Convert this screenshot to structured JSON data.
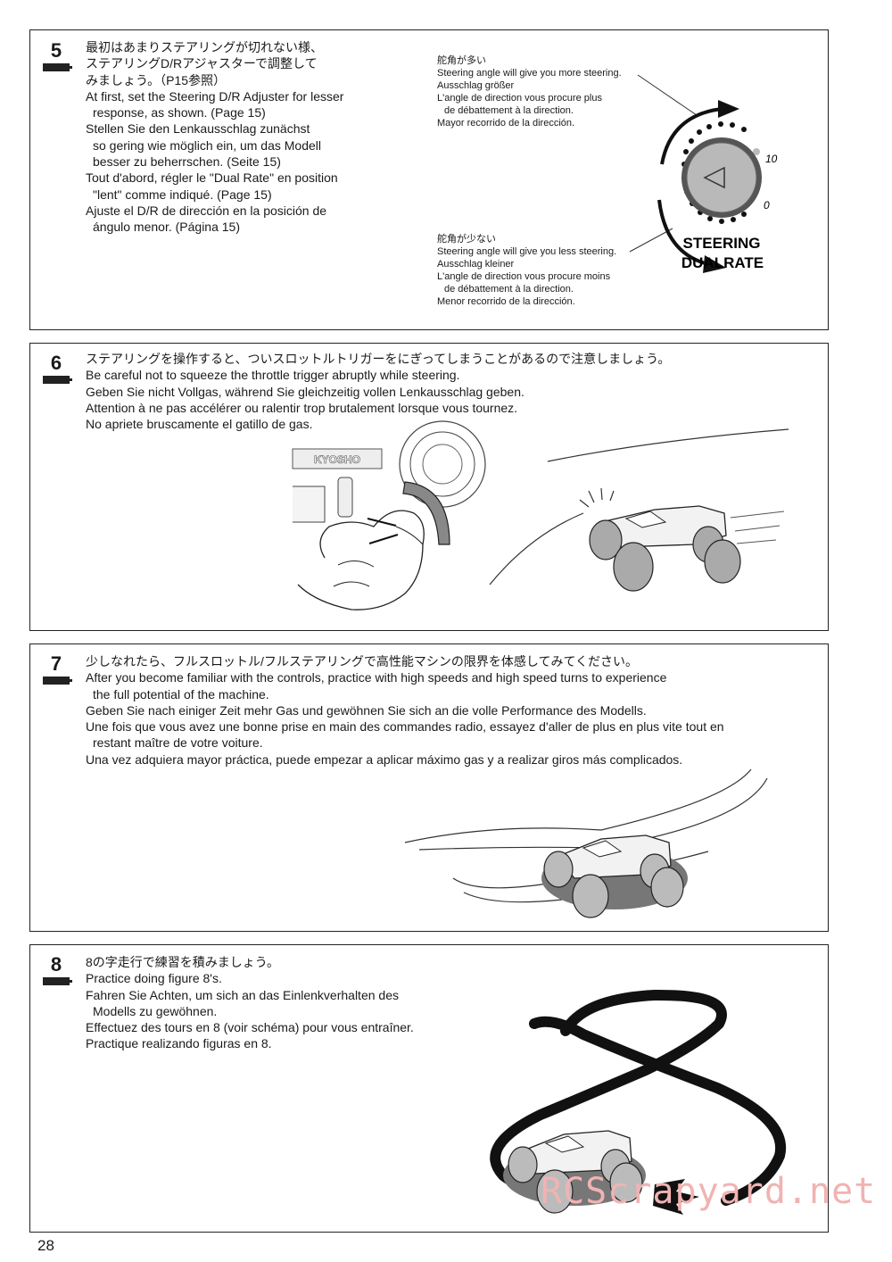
{
  "page_number": "28",
  "watermark": "RCScrapyard.net",
  "steps": [
    {
      "number": "5",
      "lines": [
        "最初はあまりステアリングが切れない様、",
        "ステアリングD/Rアジャスターで調整して",
        "みましょう。（P15参照）",
        "At first, set the Steering D/R Adjuster for lesser",
        "response, as shown. (Page 15)",
        "Stellen Sie den Lenkausschlag zunächst",
        "so gering wie möglich ein, um das Modell",
        "besser zu beherrschen. (Seite 15)",
        "Tout d'abord, régler le \"Dual Rate\" en position",
        "\"lent\" comme indiqué. (Page 15)",
        "Ajuste el D/R de dirección en la posición de",
        "ángulo menor. (Página 15)"
      ],
      "more_label": [
        "舵角が多い",
        "Steering angle will give you more steering.",
        "Ausschlag größer",
        "L'angle de direction vous procure plus",
        "de débattement à la direction.",
        "Mayor recorrido de la dirección."
      ],
      "less_label": [
        "舵角が少ない",
        "Steering angle will give you less steering.",
        "Ausschlag kleiner",
        "L'angle de direction vous procure moins",
        "de débattement à la direction.",
        "Menor recorrido de la dirección."
      ],
      "dial": {
        "max": "10",
        "min": "0",
        "title1": "STEERING",
        "title2": "DUALRATE"
      }
    },
    {
      "number": "6",
      "lines": [
        "ステアリングを操作すると、ついスロットルトリガーをにぎってしまうことがあるので注意しましょう。",
        "Be careful not to squeeze the throttle trigger abruptly while steering.",
        "Geben Sie nicht Vollgas, während Sie gleichzeitig vollen Lenkausschlag geben.",
        "Attention à ne pas accélérer ou ralentir trop brutalement lorsque vous tournez.",
        "No apriete bruscamente el gatillo de gas."
      ],
      "brand": "KYOSHO"
    },
    {
      "number": "7",
      "lines": [
        "少しなれたら、フルスロットル/フルステアリングで高性能マシンの限界を体感してみてください。",
        "After you become familiar with the controls, practice with high speeds and high speed turns to experience",
        "the full potential of the machine.",
        "Geben Sie nach einiger Zeit mehr Gas und gewöhnen Sie sich an die volle Performance des Modells.",
        "Une fois que vous avez une bonne prise en main des commandes radio, essayez d'aller de plus en plus vite tout en",
        "restant maître de votre voiture.",
        "Una vez adquiera mayor práctica, puede empezar a aplicar máximo gas y a realizar giros más complicados."
      ]
    },
    {
      "number": "8",
      "lines": [
        "8の字走行で練習を積みましょう。",
        "Practice doing figure 8's.",
        "Fahren Sie Achten, um sich an das Einlenkverhalten des",
        "Modells zu gewöhnen.",
        "Effectuez des tours en 8 (voir schéma) pour vous entraîner.",
        "Practique realizando figuras en 8."
      ]
    }
  ]
}
